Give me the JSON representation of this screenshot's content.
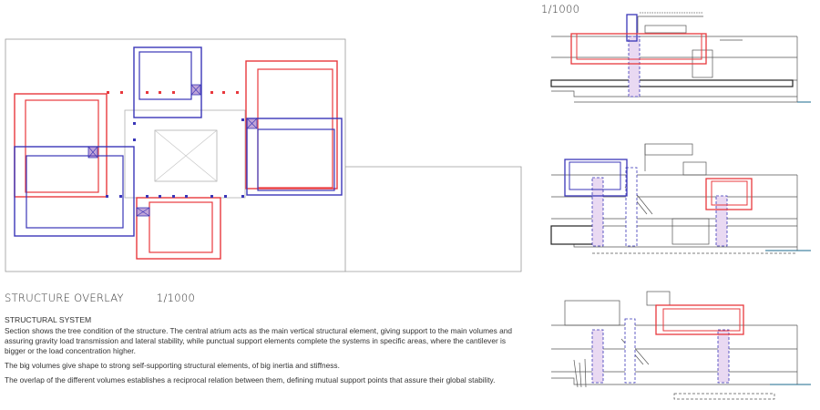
{
  "plan": {
    "title": "STRUCTURE OVERLAY",
    "scale": "1/1000"
  },
  "sections": {
    "scale": "1/1000"
  },
  "text": {
    "heading": "STRUCTURAL SYSTEM",
    "paragraphs": [
      "Section shows the tree condition of the structure. The central atrium acts as the main vertical structural element, giving support to the main volumes and assuring gravity load transmission and lateral stability, while punctual support elements complete the systems in specific areas, where the cantilever is bigger or the load concentration higher.",
      "The big volumes give shape to strong self-supporting structural elements, of big inertia and stiffness.",
      "The overlap of the different volumes establishes a reciprocal relation between them, defining mutual support points that assure their global stability."
    ]
  },
  "colors": {
    "red": "#e8383d",
    "blue": "#3a36b8",
    "purple": "#8a5ab8",
    "lilac": "#e9d9f2",
    "line": "#555555",
    "light": "#9a9a9a"
  }
}
